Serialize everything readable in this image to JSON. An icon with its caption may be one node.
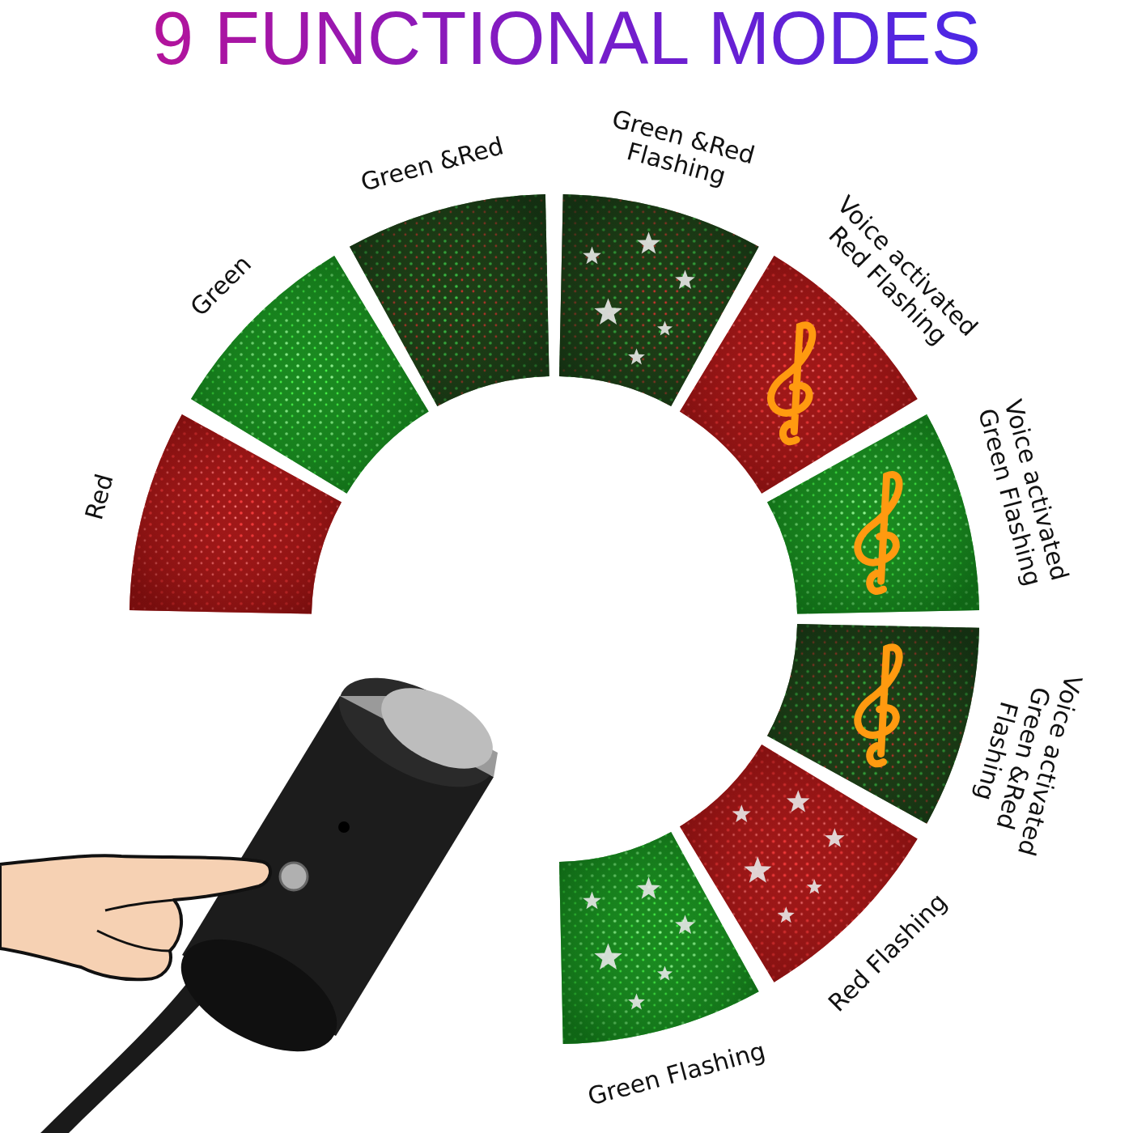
{
  "diagram": {
    "title": "9 FUNCTIONAL MODES",
    "nodes": [
      {
        "text": [
          "Red"
        ]
      },
      {
        "text": [
          "Green"
        ]
      },
      {
        "text": [
          "Green &Red"
        ]
      },
      {
        "text": [
          "Green &Red Flashing"
        ]
      },
      {
        "text": [
          "Voice activated Red Flashing"
        ]
      },
      {
        "text": [
          "Voice activated Green Flashing"
        ]
      },
      {
        "text": [
          "Voice activated Green &Red Flashing"
        ]
      },
      {
        "text": [
          "Red Flashing"
        ]
      },
      {
        "text": [
          "Green Flashing"
        ]
      }
    ],
    "edges": []
  }
}
